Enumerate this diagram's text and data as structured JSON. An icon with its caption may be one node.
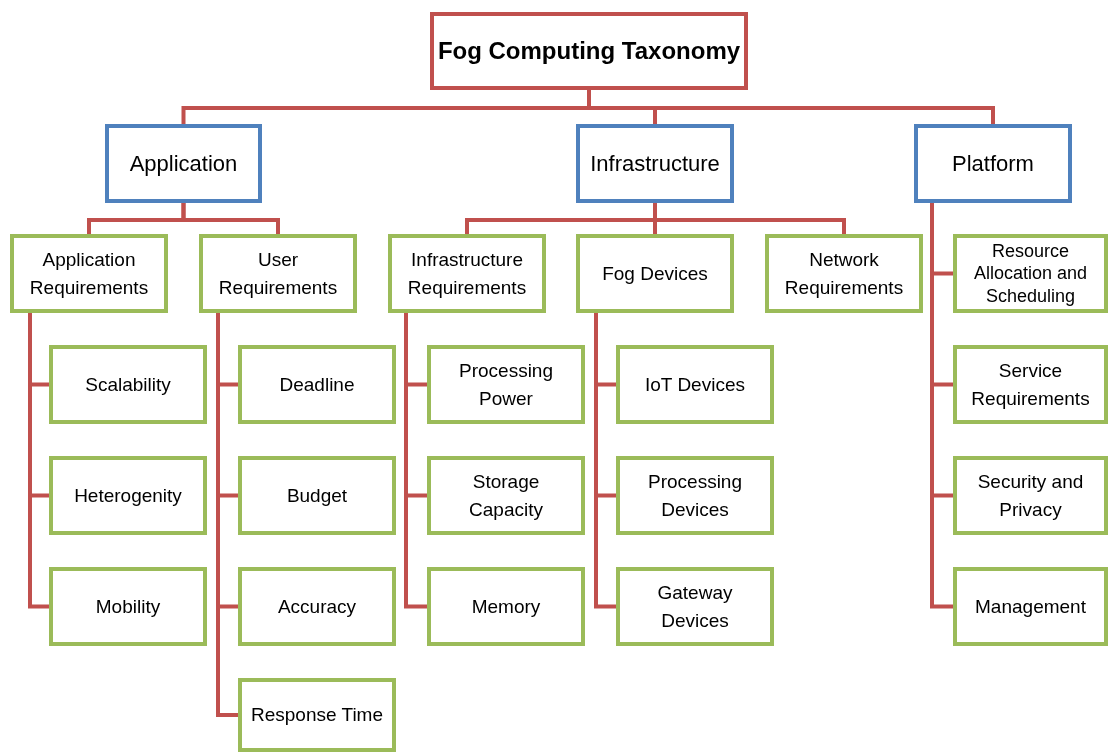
{
  "diagram": {
    "nodes": [
      {
        "text": [
          "Fog Computing Taxonomy"
        ]
      },
      {
        "text": [
          "Application"
        ]
      },
      {
        "text": [
          "Infrastructure"
        ]
      },
      {
        "text": [
          "Platform"
        ]
      },
      {
        "text": [
          "Application Requirements"
        ]
      },
      {
        "text": [
          "User Requirements"
        ]
      },
      {
        "text": [
          "Infrastructure Requirements"
        ]
      },
      {
        "text": [
          "Fog Devices"
        ]
      },
      {
        "text": [
          "Network Requirements"
        ]
      },
      {
        "text": [
          "Resource Allocation and Scheduling"
        ]
      },
      {
        "text": [
          "Scalability"
        ]
      },
      {
        "text": [
          "Heterogenity"
        ]
      },
      {
        "text": [
          "Mobility"
        ]
      },
      {
        "text": [
          "Deadline"
        ]
      },
      {
        "text": [
          "Budget"
        ]
      },
      {
        "text": [
          "Accuracy"
        ]
      },
      {
        "text": [
          "Response Time"
        ]
      },
      {
        "text": [
          "Processing Power"
        ]
      },
      {
        "text": [
          "Storage Capacity"
        ]
      },
      {
        "text": [
          "Memory"
        ]
      },
      {
        "text": [
          "IoT Devices"
        ]
      },
      {
        "text": [
          "Processing Devices"
        ]
      },
      {
        "text": [
          "Gateway Devices"
        ]
      },
      {
        "text": [
          "Service Requirements"
        ]
      },
      {
        "text": [
          "Security and Privacy"
        ]
      },
      {
        "text": [
          "Management"
        ]
      }
    ],
    "edges": [
      {
        "from": 0,
        "to": 1,
        "arrow": "none"
      },
      {
        "from": 0,
        "to": 2,
        "arrow": "none"
      },
      {
        "from": 0,
        "to": 3,
        "arrow": "none"
      },
      {
        "from": 1,
        "to": 4,
        "arrow": "none"
      },
      {
        "from": 1,
        "to": 5,
        "arrow": "none"
      },
      {
        "from": 2,
        "to": 6,
        "arrow": "none"
      },
      {
        "from": 2,
        "to": 7,
        "arrow": "none"
      },
      {
        "from": 2,
        "to": 8,
        "arrow": "none"
      },
      {
        "from": 3,
        "to": 9,
        "arrow": "none"
      },
      {
        "from": 3,
        "to": 23,
        "arrow": "none"
      },
      {
        "from": 3,
        "to": 24,
        "arrow": "none"
      },
      {
        "from": 3,
        "to": 25,
        "arrow": "none"
      },
      {
        "from": 4,
        "to": 10,
        "arrow": "none"
      },
      {
        "from": 4,
        "to": 11,
        "arrow": "none"
      },
      {
        "from": 4,
        "to": 12,
        "arrow": "none"
      },
      {
        "from": 5,
        "to": 13,
        "arrow": "none"
      },
      {
        "from": 5,
        "to": 14,
        "arrow": "none"
      },
      {
        "from": 5,
        "to": 15,
        "arrow": "none"
      },
      {
        "from": 5,
        "to": 16,
        "arrow": "none"
      },
      {
        "from": 6,
        "to": 17,
        "arrow": "none"
      },
      {
        "from": 6,
        "to": 18,
        "arrow": "none"
      },
      {
        "from": 6,
        "to": 19,
        "arrow": "none"
      },
      {
        "from": 7,
        "to": 20,
        "arrow": "none"
      },
      {
        "from": 7,
        "to": 21,
        "arrow": "none"
      },
      {
        "from": 7,
        "to": 22,
        "arrow": "none"
      }
    ]
  }
}
